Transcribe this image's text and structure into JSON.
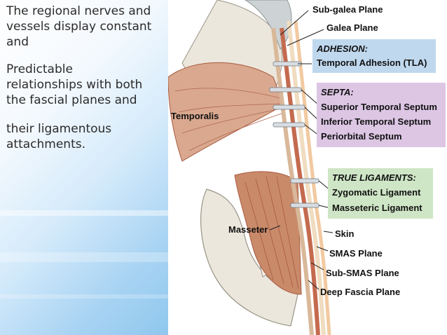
{
  "caption": {
    "line1": "The regional nerves and",
    "line2": "vessels display constant",
    "line3": "and",
    "line4": "Predictable",
    "line5": "relationships with both",
    "line6": "the fascial planes and",
    "line7": "their ligamentous",
    "line8": "attachments."
  },
  "labels": {
    "sub_galea": "Sub-galea Plane",
    "galea": "Galea Plane",
    "temporalis": "Temporalis",
    "masseter": "Masseter",
    "skin": "Skin",
    "smas": "SMAS Plane",
    "sub_smas": "Sub-SMAS Plane",
    "deep_fascia": "Deep Fascia Plane"
  },
  "adhesion": {
    "title": "ADHESION:",
    "items": [
      "Temporal Adhesion (TLA)"
    ],
    "color": "#bfd8ee"
  },
  "septa": {
    "title": "SEPTA:",
    "items": [
      "Superior Temporal Septum",
      "Inferior Temporal Septum",
      "Periorbital Septum"
    ],
    "color": "#dcc6e4"
  },
  "ligaments": {
    "title": "TRUE LIGAMENTS:",
    "items": [
      "Zygomatic Ligament",
      "Masseteric Ligament"
    ],
    "color": "#cfe6c6"
  },
  "colors": {
    "muscle": "#c98a6a",
    "muscle_dark": "#a8593e",
    "skin": "#f2d3b0",
    "fascia": "#e9d1b8",
    "bone": "#ece7dc"
  }
}
